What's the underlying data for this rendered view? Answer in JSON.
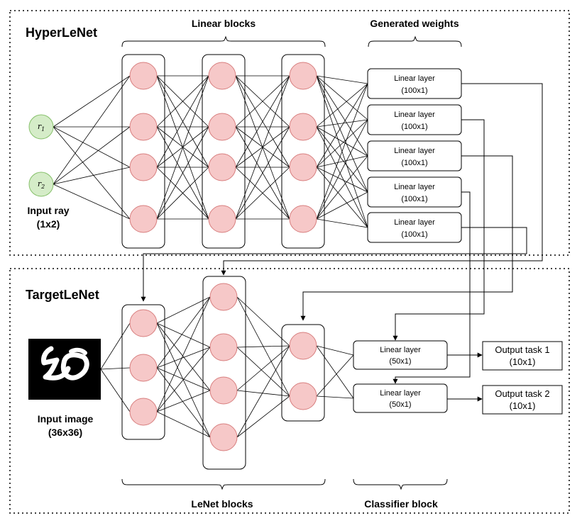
{
  "hyper": {
    "title": "HyperLeNet",
    "linear_blocks_label": "Linear blocks",
    "generated_weights_label": "Generated weights",
    "inputs": [
      {
        "symbol": "r",
        "sub": "1"
      },
      {
        "symbol": "r",
        "sub": "2"
      }
    ],
    "input_label": "Input ray",
    "input_shape": "(1x2)",
    "layers": [
      {
        "name": "Linear layer",
        "shape": "(100x1)"
      },
      {
        "name": "Linear layer",
        "shape": "(100x1)"
      },
      {
        "name": "Linear layer",
        "shape": "(100x1)"
      },
      {
        "name": "Linear layer",
        "shape": "(100x1)"
      },
      {
        "name": "Linear layer",
        "shape": "(100x1)"
      }
    ]
  },
  "target": {
    "title": "TargetLeNet",
    "input_label": "Input image",
    "input_shape": "(36x36)",
    "classifier_layers": [
      {
        "name": "Linear layer",
        "shape": "(50x1)"
      },
      {
        "name": "Linear layer",
        "shape": "(50x1)"
      }
    ],
    "outputs": [
      {
        "name": "Output task 1",
        "shape": "(10x1)"
      },
      {
        "name": "Output task 2",
        "shape": "(10x1)"
      }
    ],
    "lenet_blocks_label": "LeNet blocks",
    "classifier_block_label": "Classifier block"
  },
  "colors": {
    "neuron_fill": "#f6c8c8",
    "neuron_stroke": "#d87f7f",
    "input_fill": "#d5ecc8",
    "input_stroke": "#86c06a",
    "line": "#000000"
  }
}
